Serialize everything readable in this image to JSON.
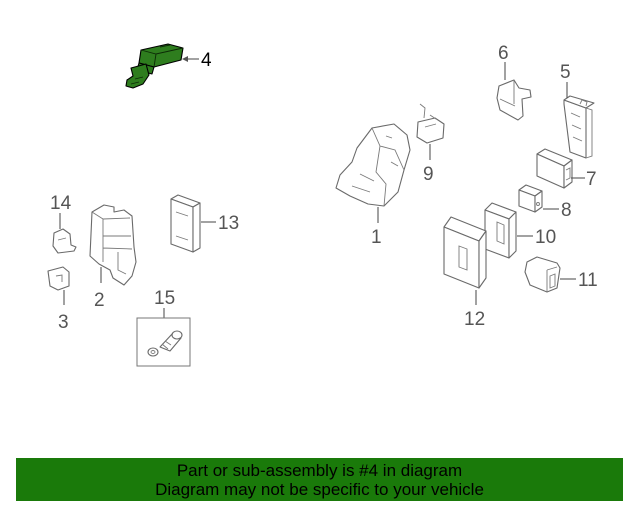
{
  "callouts": {
    "c1": "1",
    "c2": "2",
    "c3": "3",
    "c4": "4",
    "c5": "5",
    "c6": "6",
    "c7": "7",
    "c8": "8",
    "c9": "9",
    "c10": "10",
    "c11": "11",
    "c12": "12",
    "c13": "13",
    "c14": "14",
    "c15": "15"
  },
  "highlighted_part": "4",
  "colors": {
    "highlight": "#2e7d1e",
    "banner": "#1a7a0a"
  },
  "banner": {
    "line1": "Part or sub-assembly is #4 in diagram",
    "line2": "Diagram may not be specific to your vehicle"
  }
}
